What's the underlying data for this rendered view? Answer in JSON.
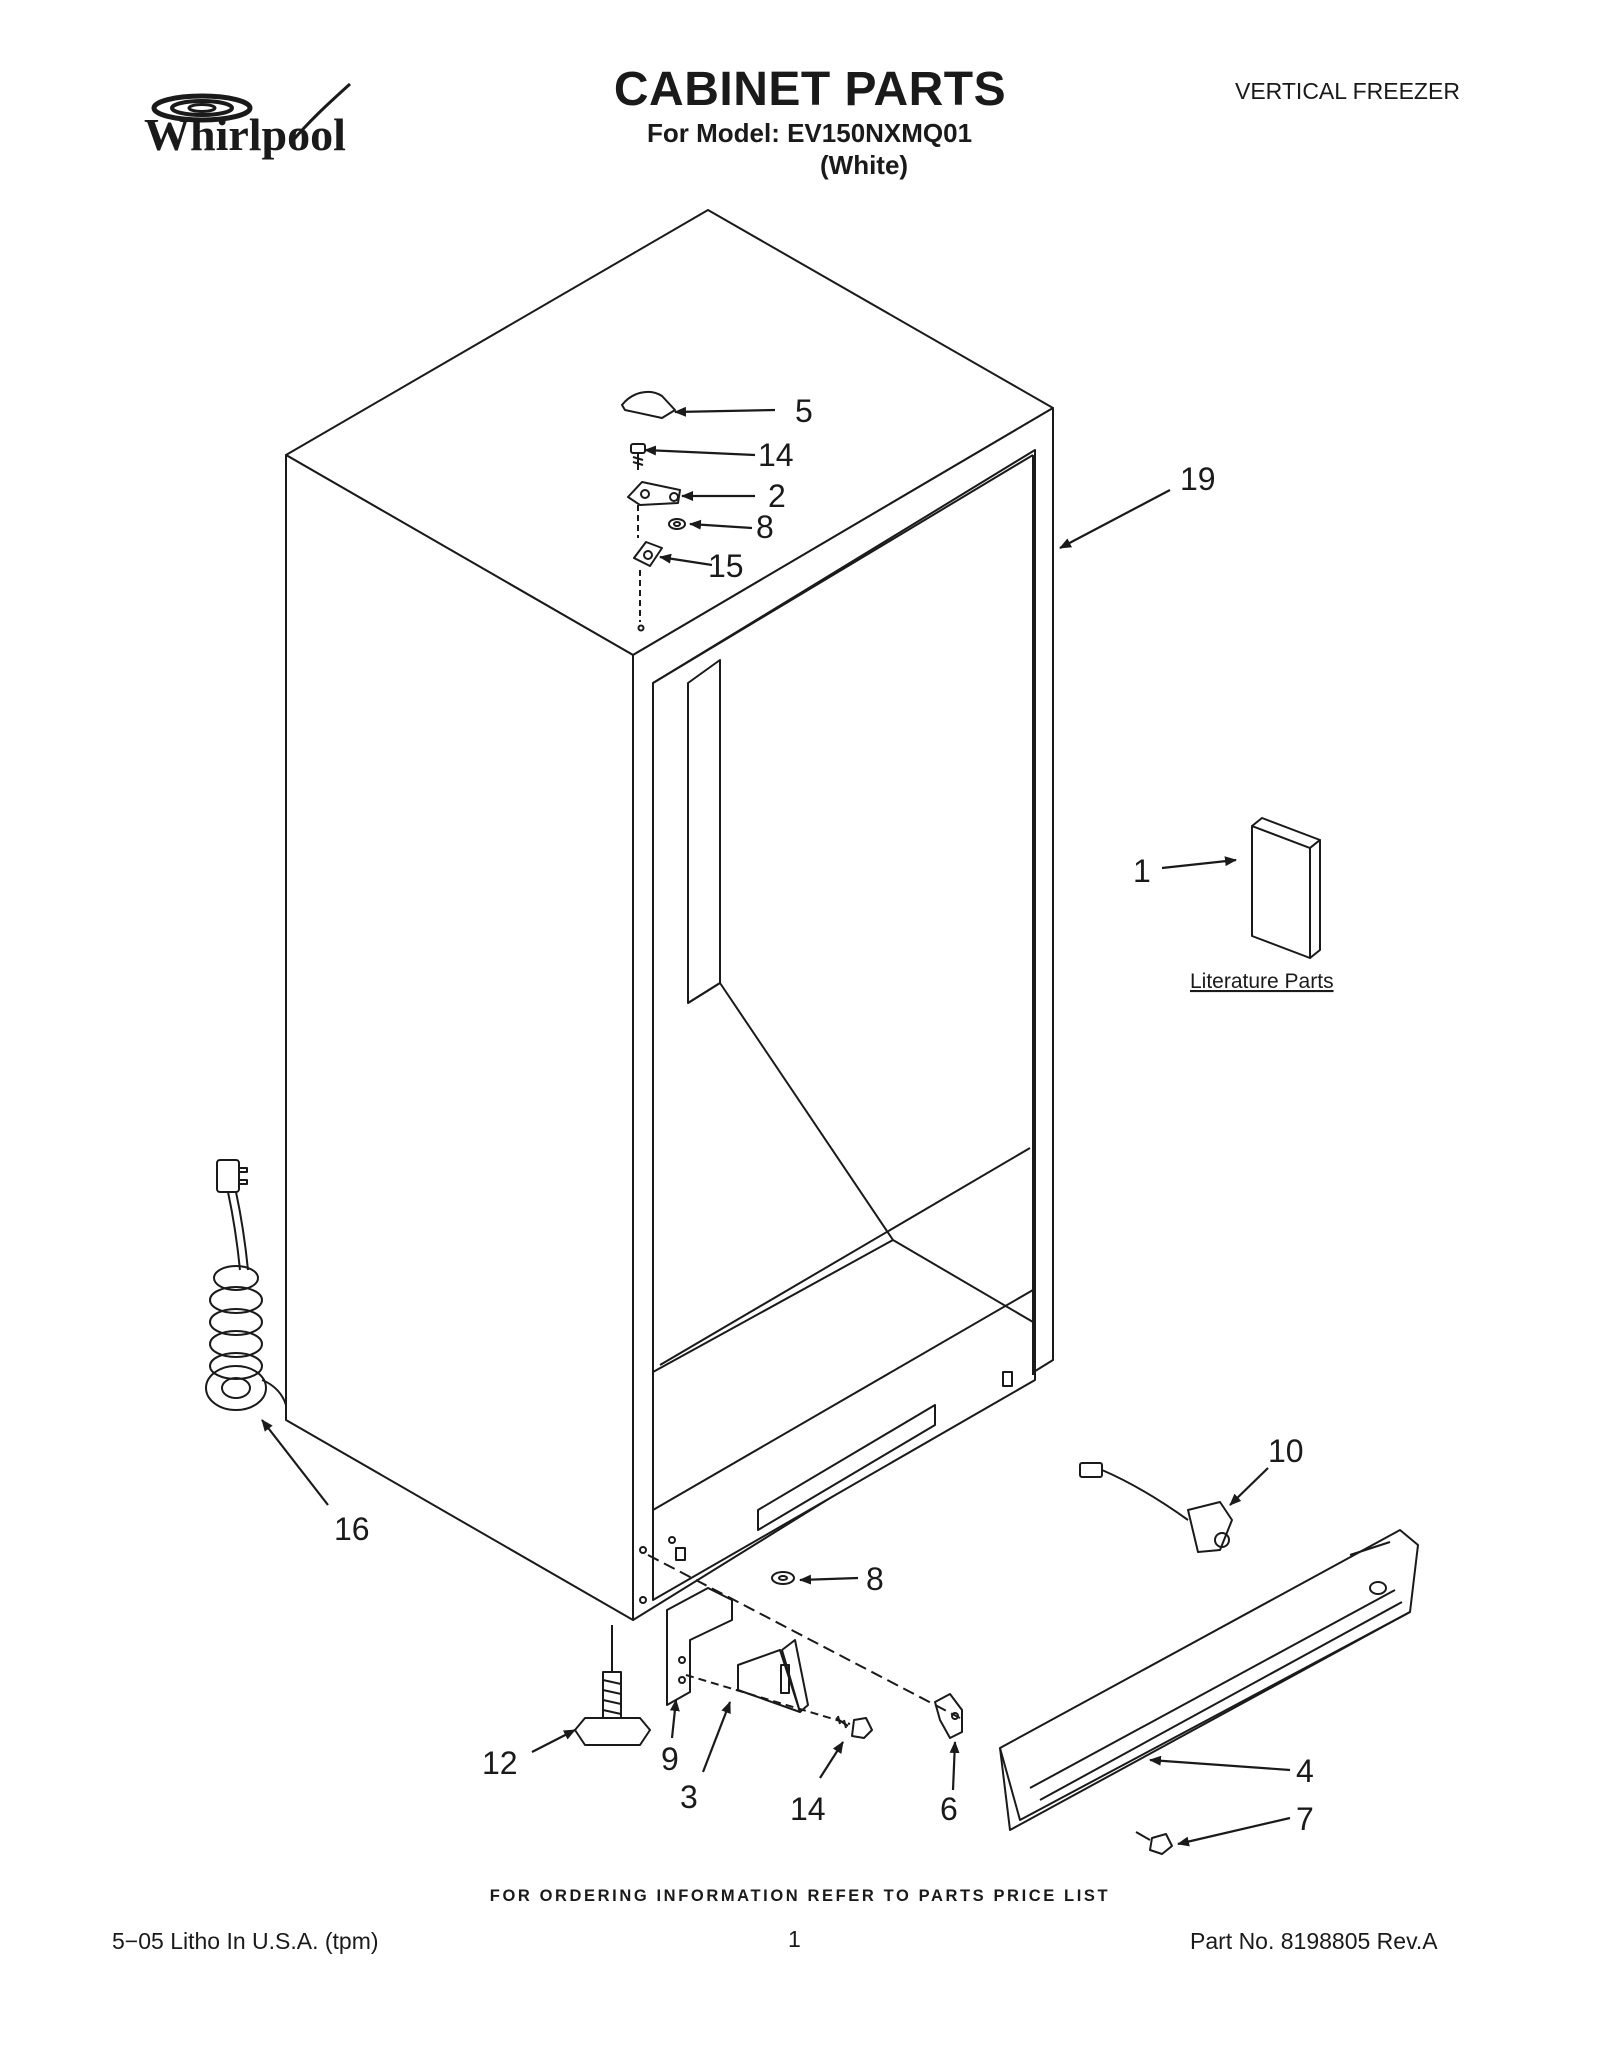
{
  "header": {
    "brand": "Whirlpool",
    "title": "CABINET PARTS",
    "model_line": "For Model: EV150NXMQ01",
    "color_line": "(White)",
    "category": "VERTICAL FREEZER"
  },
  "diagram": {
    "callouts": {
      "c5": "5",
      "c14a": "14",
      "c2": "2",
      "c8a": "8",
      "c15": "15",
      "c19": "19",
      "c1": "1",
      "c16": "16",
      "c10": "10",
      "c8b": "8",
      "c12": "12",
      "c9": "9",
      "c3": "3",
      "c14b": "14",
      "c6": "6",
      "c4": "4",
      "c7": "7"
    },
    "literature_label": "Literature Parts"
  },
  "footer": {
    "order_note": "FOR ORDERING INFORMATION REFER TO PARTS PRICE LIST",
    "litho": "5−05 Litho In U.S.A. (tpm)",
    "page": "1",
    "part_no": "Part No. 8198805 Rev.A"
  }
}
